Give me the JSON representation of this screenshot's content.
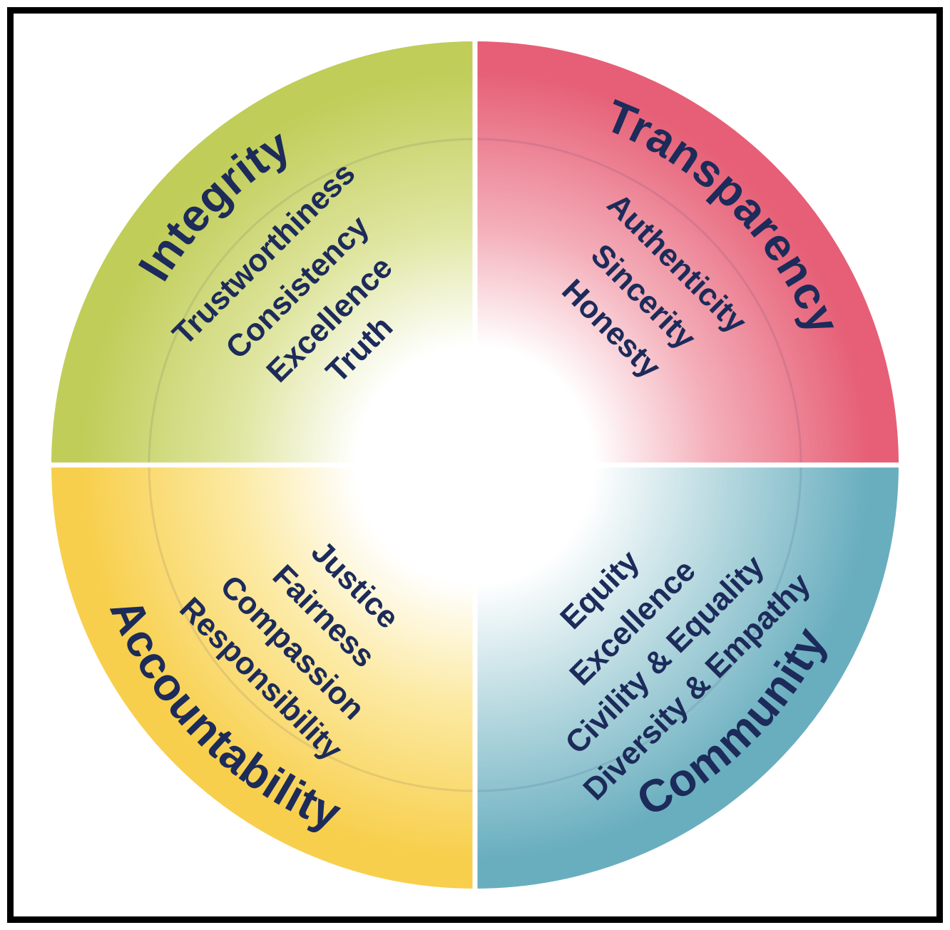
{
  "diagram": {
    "text_color": "#1c2b5a",
    "divider_color": "#ffffff",
    "quadrants": [
      {
        "id": "integrity",
        "title": "Integrity",
        "color": "#c0cd58",
        "color_light": "#e0e6a2",
        "values": [
          "Trustworthiness",
          "Consistency",
          "Excellence",
          "Truth"
        ]
      },
      {
        "id": "transparency",
        "title": "Transparency",
        "color": "#e65f76",
        "color_light": "#f4afba",
        "values": [
          "Authenticity",
          "Sincerity",
          "Honesty"
        ]
      },
      {
        "id": "accountability",
        "title": "Accountability",
        "color": "#f8cf4c",
        "color_light": "#fceaa4",
        "values": [
          "Justice",
          "Fairness",
          "Compassion",
          "Responsibility"
        ]
      },
      {
        "id": "community",
        "title": "Community",
        "color": "#69aebf",
        "color_light": "#bddce2",
        "values": [
          "Equity",
          "Excellence",
          "Civility & Equality",
          "Diversity & Empathy"
        ]
      }
    ]
  }
}
